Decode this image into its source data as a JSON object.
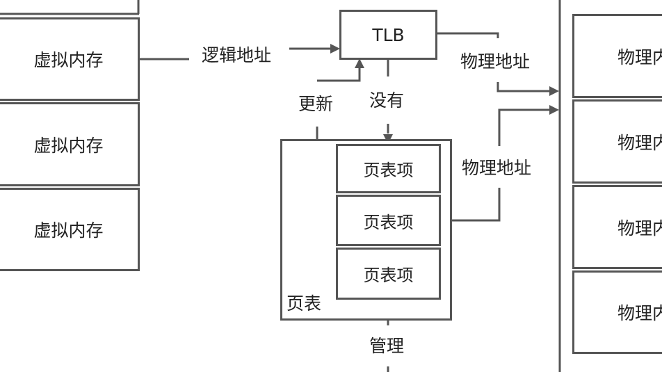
{
  "virtual_memory": {
    "items": [
      "虚拟内存",
      "虚拟内存",
      "虚拟内存"
    ]
  },
  "tlb": {
    "label": "TLB"
  },
  "labels": {
    "logical_address": "逻辑地址",
    "physical_address_top": "物理地址",
    "physical_address_mid": "物理地址",
    "update": "更新",
    "miss": "没有",
    "page_table": "页表",
    "manage": "管理"
  },
  "page_table": {
    "entries": [
      "页表项",
      "页表项",
      "页表项"
    ]
  },
  "physical_memory": {
    "items": [
      "物理内",
      "物理内",
      "物理内",
      "物理内"
    ]
  },
  "colors": {
    "stroke": "#555555",
    "text": "#222222",
    "background": "#ffffff"
  }
}
